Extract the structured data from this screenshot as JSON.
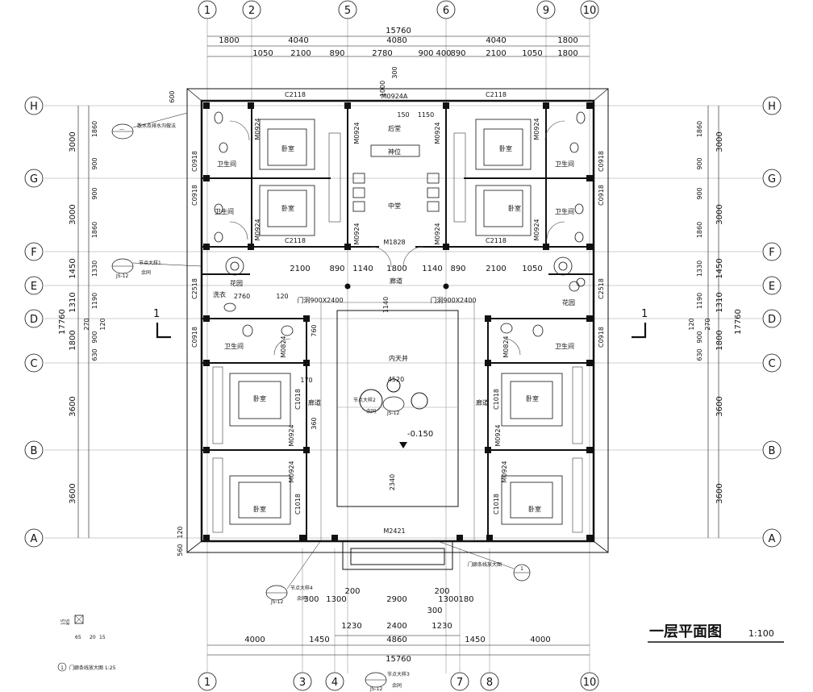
{
  "title": {
    "text": "一层平面图",
    "scale": "1:100"
  },
  "axes": {
    "top": [
      "1",
      "2",
      "5",
      "6",
      "9",
      "10"
    ],
    "bottom": [
      "1",
      "3",
      "4",
      "7",
      "8",
      "10"
    ],
    "left": [
      "H",
      "G",
      "F",
      "E",
      "D",
      "C",
      "B",
      "A"
    ],
    "right": [
      "H",
      "G",
      "F",
      "E",
      "D",
      "C",
      "B",
      "A"
    ]
  },
  "dims": {
    "total_width": "15760",
    "top_row1": [
      "1800",
      "4040",
      "4080",
      "4040",
      "1800"
    ],
    "top_row2": [
      "1050",
      "2100",
      "890",
      "2780",
      "900",
      "400",
      "890",
      "2100",
      "1050",
      "1800"
    ],
    "bottom_row1": [
      "1230",
      "2400",
      "1230"
    ],
    "bottom_row2": [
      "4000",
      "1450",
      "4860",
      "1450",
      "4000"
    ],
    "porch": [
      "300",
      "1300",
      "2900",
      "1300",
      "180",
      "200",
      "200",
      "300"
    ],
    "left_outer": [
      "3000",
      "3000",
      "1450",
      "1310",
      "1800",
      "3600",
      "3600"
    ],
    "left_inner": [
      "1860",
      "900",
      "900",
      "1860",
      "1330",
      "1190",
      "900",
      "630",
      "270",
      "120"
    ],
    "right_outer": [
      "3000",
      "3000",
      "1450",
      "1310",
      "1800",
      "3600",
      "3600"
    ],
    "right_inner": [
      "1860",
      "900",
      "900",
      "1860",
      "1330",
      "1190",
      "900",
      "630",
      "270",
      "120"
    ],
    "total_height": "17760",
    "mid_row": [
      "2100",
      "890",
      "1140",
      "1800",
      "1140",
      "890",
      "2100",
      "1050"
    ],
    "courtyard": [
      "4520",
      "2340",
      "1140"
    ],
    "misc": [
      "560",
      "120",
      "600",
      "1000",
      "300",
      "150",
      "1150",
      "760",
      "2760",
      "120",
      "170",
      "360"
    ]
  },
  "rooms": {
    "bedroom": "卧室",
    "bathroom": "卫生间",
    "rear_hall": "后堂",
    "shrine": "神位",
    "main_hall": "中堂",
    "corridor": "廊道",
    "courtyard": "内天井",
    "laundry": "洗衣",
    "garden": "花园"
  },
  "doors": {
    "m0924": "M0924",
    "m0924a": "M0924A",
    "m1828": "M1828",
    "m2421": "M2421",
    "m0824": "M0824",
    "door_opening": "门洞900X2400",
    "c2118": "C2118",
    "c0918": "C0918",
    "c2518": "C2518",
    "c1018": "C1018"
  },
  "notes": {
    "node1": "节点大样1",
    "node2": "节点大样2",
    "node3": "节点大样3",
    "node4": "节点大样4",
    "see": "余同",
    "drain": "散水及排水沟做法",
    "porch_detail": "门廊条线放大图",
    "porch_detail_scaled": "门廊条线放大图 1:25",
    "ref": "JS-12",
    "elevation": "-0.150",
    "section": "1",
    "legend_nums": [
      "15",
      "85",
      "65",
      "20",
      "15"
    ]
  }
}
